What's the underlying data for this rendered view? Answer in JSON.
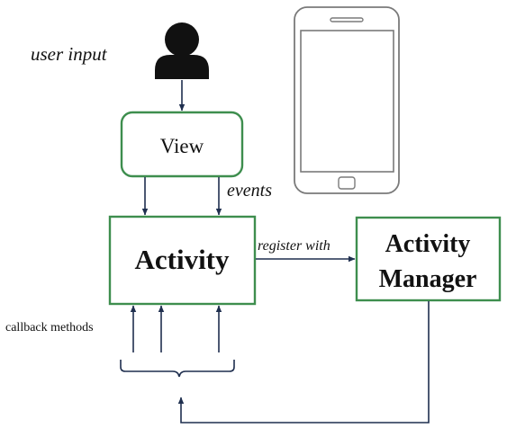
{
  "labels": {
    "user_input": "user input",
    "view": "View",
    "events": "events",
    "activity": "Activity",
    "register_with": "register with",
    "activity_manager_line1": "Activity",
    "activity_manager_line2": "Manager",
    "callback_methods": "callback methods"
  },
  "icons": {
    "user": "user-icon",
    "phone": "smartphone-icon"
  },
  "colors": {
    "box_border": "#3e8e4e",
    "arrow": "#1f2f4f",
    "phone_stroke": "#7a7a7a",
    "text": "#111111"
  }
}
